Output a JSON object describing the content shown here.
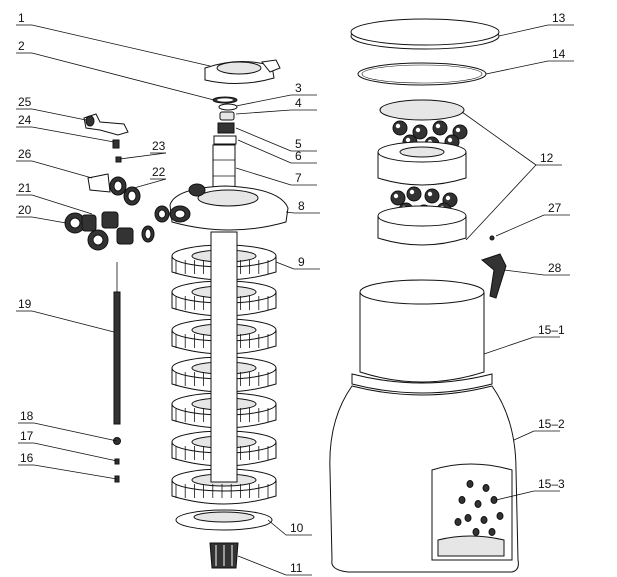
{
  "callouts": [
    {
      "id": "c1",
      "label": "1"
    },
    {
      "id": "c2",
      "label": "2"
    },
    {
      "id": "c3",
      "label": "3"
    },
    {
      "id": "c4",
      "label": "4"
    },
    {
      "id": "c5",
      "label": "5"
    },
    {
      "id": "c6",
      "label": "6"
    },
    {
      "id": "c7",
      "label": "7"
    },
    {
      "id": "c8",
      "label": "8"
    },
    {
      "id": "c9",
      "label": "9"
    },
    {
      "id": "c10",
      "label": "10"
    },
    {
      "id": "c11",
      "label": "11"
    },
    {
      "id": "c12",
      "label": "12"
    },
    {
      "id": "c13",
      "label": "13"
    },
    {
      "id": "c14",
      "label": "14"
    },
    {
      "id": "c15_1",
      "label": "15–1"
    },
    {
      "id": "c15_2",
      "label": "15–2"
    },
    {
      "id": "c15_3",
      "label": "15–3"
    },
    {
      "id": "c16",
      "label": "16"
    },
    {
      "id": "c17",
      "label": "17"
    },
    {
      "id": "c18",
      "label": "18"
    },
    {
      "id": "c19",
      "label": "19"
    },
    {
      "id": "c20",
      "label": "20"
    },
    {
      "id": "c21",
      "label": "21"
    },
    {
      "id": "c22",
      "label": "22"
    },
    {
      "id": "c23",
      "label": "23"
    },
    {
      "id": "c24",
      "label": "24"
    },
    {
      "id": "c25",
      "label": "25"
    },
    {
      "id": "c26",
      "label": "26"
    },
    {
      "id": "c27",
      "label": "27"
    },
    {
      "id": "c28",
      "label": "28"
    }
  ]
}
